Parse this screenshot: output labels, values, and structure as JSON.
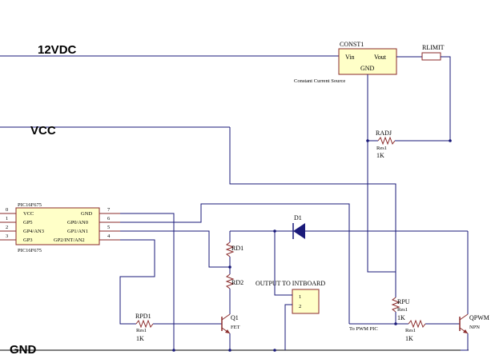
{
  "rails": {
    "v12": "12VDC",
    "vcc": "VCC",
    "gnd": "GND"
  },
  "components": {
    "const1": {
      "designator": "CONST1",
      "pins": {
        "vin": "Vin",
        "vout": "Vout",
        "gnd": "GND"
      },
      "caption": "Constant Current Source"
    },
    "rlimit": {
      "designator": "RLIMIT"
    },
    "radj": {
      "designator": "RADJ",
      "value_name": "Res1",
      "value": "1K"
    },
    "mcu": {
      "top_label": "PIC16F675",
      "bottom_label": "PIC16F675",
      "left_pins": [
        {
          "num": "0",
          "label": ""
        },
        {
          "num": "1",
          "label": "VCC"
        },
        {
          "num": "2",
          "label": "GP5"
        },
        {
          "num": "3",
          "label": "GP4/AN3"
        },
        {
          "num": "",
          "label": "GP3"
        }
      ],
      "right_pins": [
        {
          "num": "7",
          "label": "GND"
        },
        {
          "num": "6",
          "label": "GP0/AN0"
        },
        {
          "num": "5",
          "label": "GP1/AN1"
        },
        {
          "num": "4",
          "label": "GP2/INT/AN2"
        }
      ]
    },
    "d1": {
      "designator": "D1"
    },
    "rd1": {
      "designator": "RD1"
    },
    "rd2": {
      "designator": "RD2"
    },
    "q1": {
      "designator": "Q1",
      "type": "FET"
    },
    "rpd1": {
      "designator": "RPD1",
      "value_name": "Res1",
      "value": "1K"
    },
    "output": {
      "title": "OUTPUT TO INTBOARD",
      "pin1": "1",
      "pin2": "2"
    },
    "rpu": {
      "designator": "RPU",
      "value_name": "Res1",
      "value": "1K"
    },
    "qpwm": {
      "designator": "QPWM",
      "type": "NPN"
    },
    "rpwm": {
      "value_name": "Res1",
      "value": "1K"
    },
    "pwm_label": "To PWM PIC"
  }
}
